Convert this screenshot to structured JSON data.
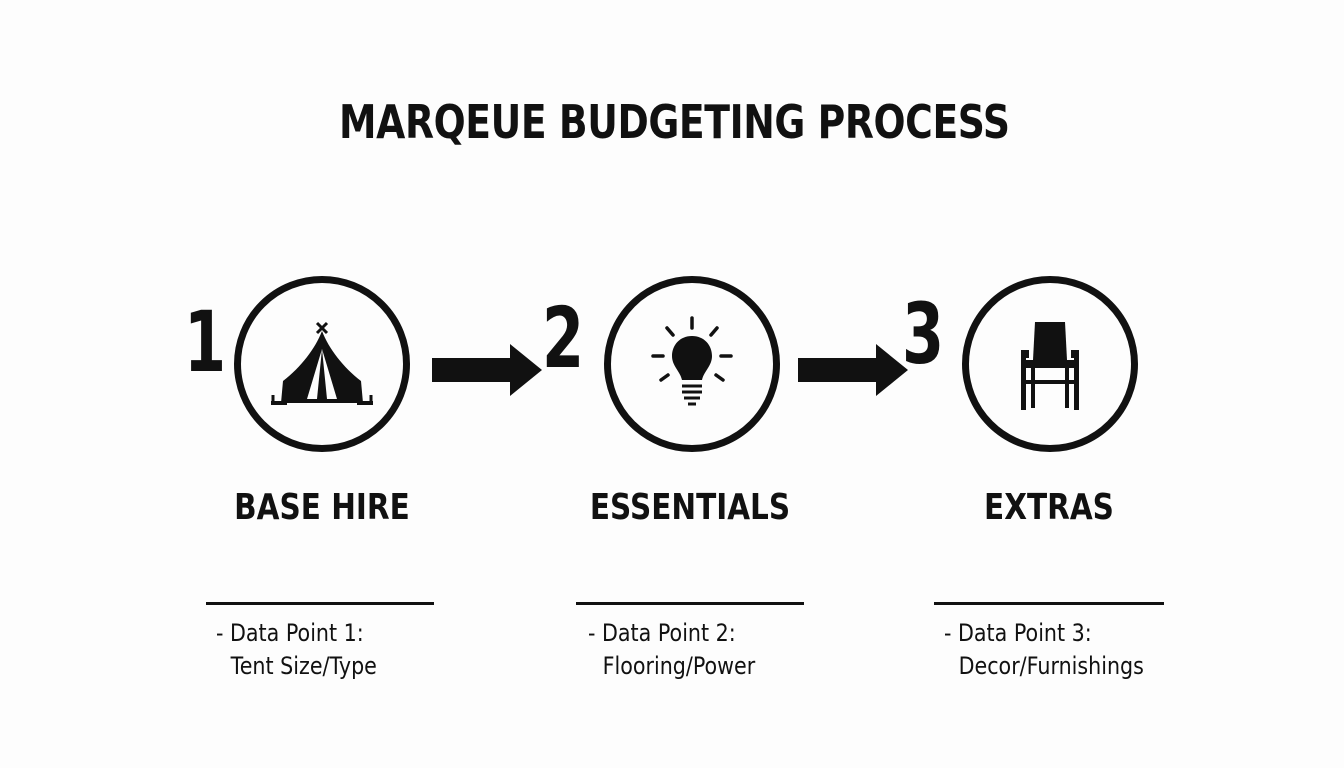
{
  "title": "MARQEUE BUDGETING PROCESS",
  "steps": [
    {
      "number": "1",
      "icon": "tent-icon",
      "label": "BASE HIRE",
      "detail_line1": "- Data Point 1:",
      "detail_line2": "Tent Size/Type"
    },
    {
      "number": "2",
      "icon": "lightbulb-icon",
      "label": "ESSENTIALS",
      "detail_line1": "- Data Point 2:",
      "detail_line2": "Flooring/Power"
    },
    {
      "number": "3",
      "icon": "chair-icon",
      "label": "EXTRAS",
      "detail_line1": "- Data Point 3:",
      "detail_line2": "Decor/Furnishings"
    }
  ],
  "colors": {
    "ink": "#111111",
    "background": "#fdfdfd"
  }
}
